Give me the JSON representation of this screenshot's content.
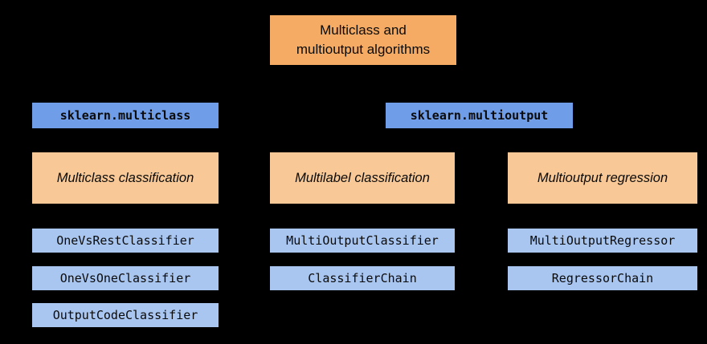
{
  "palette": {
    "background": "#000000",
    "title_orange": "#f5ab63",
    "category_orange": "#f8c996",
    "module_blue": "#6f9de8",
    "class_blue": "#a9c6f1",
    "text": "#0a0a0a"
  },
  "title": {
    "lines": [
      "Multiclass and",
      "multioutput algorithms"
    ]
  },
  "modules": [
    {
      "label": "sklearn.multiclass"
    },
    {
      "label": "sklearn.multioutput"
    }
  ],
  "columns": [
    {
      "category": "Multiclass classification",
      "classes": [
        "OneVsRestClassifier",
        "OneVsOneClassifier",
        "OutputCodeClassifier"
      ]
    },
    {
      "category": "Multilabel classification",
      "classes": [
        "MultiOutputClassifier",
        "ClassifierChain"
      ]
    },
    {
      "category": "Multioutput regression",
      "classes": [
        "MultiOutputRegressor",
        "RegressorChain"
      ]
    }
  ]
}
